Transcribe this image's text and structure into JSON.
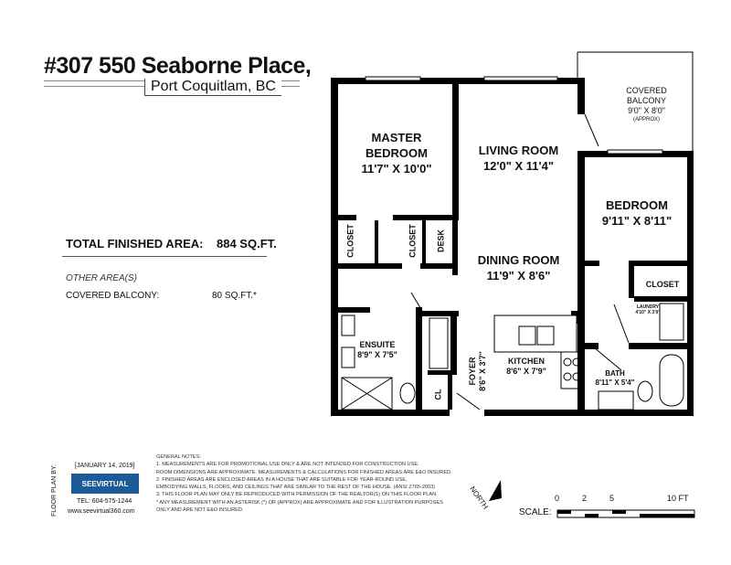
{
  "header": {
    "title": "#307 550 Seaborne Place,",
    "subtitle": "Port Coquitlam, BC"
  },
  "summary": {
    "total_label": "TOTAL FINISHED AREA:",
    "total_value": "884 SQ.FT.",
    "other_heading": "OTHER AREA(S)",
    "other_items": [
      {
        "label": "COVERED BALCONY:",
        "value": "80 SQ.FT.*"
      }
    ]
  },
  "rooms": {
    "master": {
      "name": "MASTER",
      "name2": "BEDROOM",
      "dims": "11'7\" X 10'0\""
    },
    "living": {
      "name": "LIVING ROOM",
      "dims": "12'0\" X 11'4\""
    },
    "balcony": {
      "name": "COVERED",
      "name2": "BALCONY",
      "dims": "9'0\" X 8'0\"",
      "note": "(APPROX)"
    },
    "bedroom": {
      "name": "BEDROOM",
      "dims": "9'11\" X 8'11\""
    },
    "dining": {
      "name": "DINING ROOM",
      "dims": "11'9\" X 8'6\""
    },
    "closet1": "CLOSET",
    "closet2": "CLOSET",
    "closet3": "CLOSET",
    "desk": "DESK",
    "ensuite": {
      "name": "ENSUITE",
      "dims": "8'9\" X 7'5\""
    },
    "foyer": {
      "name": "FOYER",
      "dims": "8'6\" X 3'7\""
    },
    "kitchen": {
      "name": "KITCHEN",
      "dims": "8'6\" X 7'9\""
    },
    "laundry": {
      "name": "LAUNDRY",
      "dims": "4'10\" X 3'9\""
    },
    "bath": {
      "name": "BATH",
      "dims": "8'11\" X 5'4\""
    },
    "cl": "CL"
  },
  "footer": {
    "floor_plan_by": "FLOOR PLAN BY:",
    "date": "[JANUARY 14, 2019]",
    "logo": "SEEVIRTUAL",
    "tel": "TEL: 604-575-1244",
    "web": "www.seevirtual360.com",
    "notes": [
      "GENERAL NOTES:",
      "1. MEASUREMENTS ARE FOR PROMOTIONAL USE ONLY & ARE NOT INTENDED  FOR CONSTRUCTION USE.",
      "ROOM DIMENSIONS ARE APPROXIMATE.  MEASUREMENTS & CALCULATIONS FOR FINISHED AREAS ARE E&O INSURED.",
      "2. FINISHED AREAS ARE ENCLOSED AREAS IN A HOUSE THAT ARE SUITABLE FOR YEAR-ROUND USE,",
      "EMBODYING WALLS, FLOORS, AND CEILINGS THAT ARE SIMILAR TO THE REST OF THE HOUSE. (ANSI Z765-2003)",
      "3. THIS FLOOR PLAN MAY ONLY BE REPRODUCED WITH PERMISSION OF THE REALTOR(S) ON THIS FLOOR PLAN.",
      "* ANY MEASUREMENT WITH AN ASTERISK (*) OR (APPROX) ARE APPROXIMATE AND FOR ILLUSTRATION PURPOSES",
      "ONLY AND ARE NOT E&O INSURED."
    ],
    "north": "NORTH",
    "scale_label": "SCALE:",
    "scale_ticks": [
      "0",
      "2",
      "5",
      "10 FT"
    ]
  }
}
